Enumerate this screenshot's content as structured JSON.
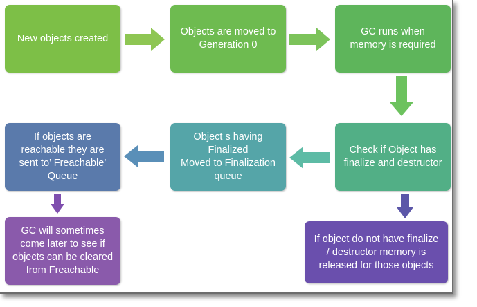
{
  "diagram": {
    "nodes": [
      {
        "id": "new-objects",
        "label": "New objects created",
        "color": "#7dbf47"
      },
      {
        "id": "moved-gen0",
        "label": "Objects are moved to\nGeneration 0",
        "color": "#6ebb50"
      },
      {
        "id": "gc-runs",
        "label": "GC runs when\nmemory is required",
        "color": "#5eb55b"
      },
      {
        "id": "check-finalize",
        "label": "Check if Object has\nfinalize and destructor",
        "color": "#52af86"
      },
      {
        "id": "finalized-queue",
        "label": "Object s having\nFinalized\nMoved to Finalization\nqueue",
        "color": "#55a5a8"
      },
      {
        "id": "freachable",
        "label": "If objects are\nreachable they are\nsent to’ Freachable’\nQueue",
        "color": "#5a7aab"
      },
      {
        "id": "gc-later",
        "label": "GC will sometimes\ncome later to see if\nobjects can be cleared\nfrom Freachable",
        "color": "#8a5aab"
      },
      {
        "id": "no-finalize",
        "label": "If object do not have finalize\n/ destructor memory is\nreleased for those objects",
        "color": "#6a4fad"
      }
    ],
    "arrows": [
      {
        "id": "a1",
        "dir": "right",
        "color": "#8ec653"
      },
      {
        "id": "a2",
        "dir": "right",
        "color": "#7cc35a"
      },
      {
        "id": "a3",
        "dir": "down",
        "color": "#6cc25e"
      },
      {
        "id": "a4",
        "dir": "left",
        "color": "#5dbba5"
      },
      {
        "id": "a5",
        "dir": "left",
        "color": "#5a8fb8"
      },
      {
        "id": "a6",
        "dir": "down",
        "color": "#5b56a8"
      },
      {
        "id": "a7",
        "dir": "down",
        "color": "#7f4fae"
      }
    ]
  }
}
